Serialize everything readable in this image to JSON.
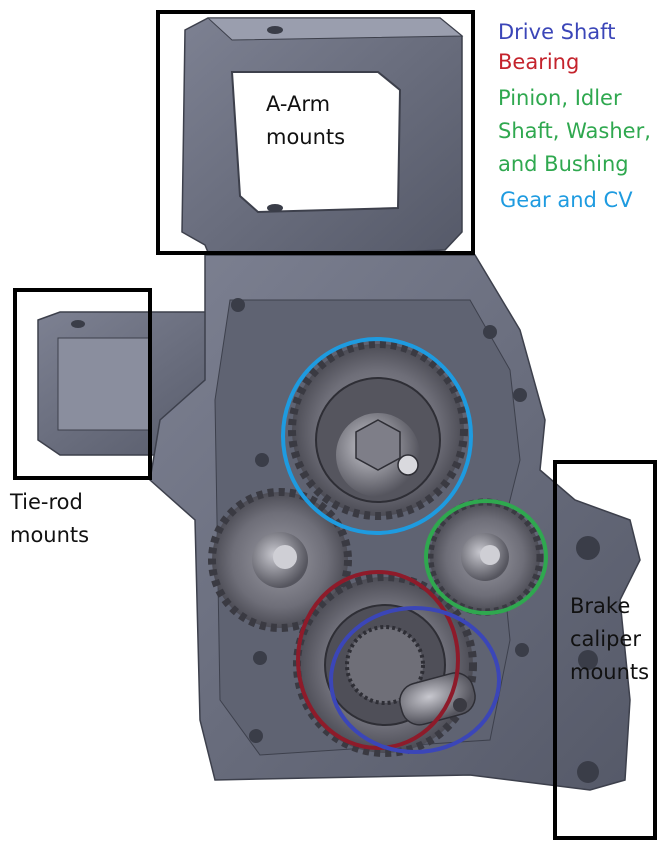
{
  "legend": [
    {
      "label": "Drive Shaft",
      "color": "#3b46b8"
    },
    {
      "label": "Bearing",
      "color": "#c4232c"
    },
    {
      "label": "Pinion, Idler\nShaft, Washer,\nand Bushing",
      "color": "#2fa84f"
    },
    {
      "label": "Gear and CV",
      "color": "#1e9be0"
    }
  ],
  "callouts": {
    "a_arm": "A-Arm\nmounts",
    "tie_rod": "Tie-rod\nmounts",
    "brake": "Brake\ncaliper\nmounts"
  },
  "colors": {
    "housing": "#6b6f80",
    "housing_dark": "#4a4e5c",
    "housing_light": "#8a8e9e",
    "gear": "#7c7c86",
    "box": "#000000"
  }
}
